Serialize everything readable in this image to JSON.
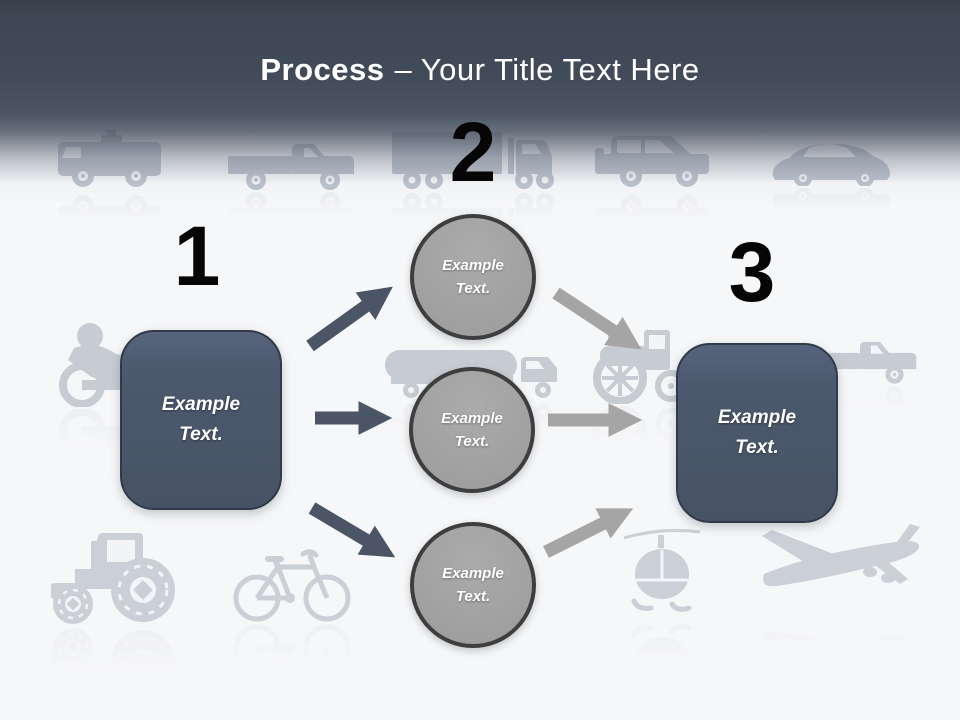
{
  "title": {
    "bold": "Process",
    "rest": "– Your Title Text Here"
  },
  "steps": {
    "one": {
      "number": "1"
    },
    "two": {
      "number": "2"
    },
    "three": {
      "number": "3"
    }
  },
  "left_box": {
    "label": "Example Text."
  },
  "right_box": {
    "label": "Example Text."
  },
  "circles": [
    {
      "label": "Example Text."
    },
    {
      "label": "Example Text."
    },
    {
      "label": "Example Text."
    }
  ],
  "colors": {
    "header_dark": "#3d4653",
    "body_background": "#f6f7f9",
    "box_fill": "#4c596e",
    "box_border": "#303a48",
    "circle_fill": "#9f9f9f",
    "circle_border": "#3e3e3e",
    "arrow_dark": "#4b5565",
    "arrow_gray": "#a5a5a5",
    "number_color": "#060606",
    "title_color": "#ffffff",
    "silhouette_gray": "#c7ccd3"
  },
  "background_vehicles": [
    "ambulance",
    "pickup-truck",
    "cargo-truck",
    "suv",
    "car",
    "motorcycle",
    "tanker-truck",
    "steam-engine",
    "pickup-truck-2",
    "tractor",
    "bicycle",
    "helicopter",
    "airplane"
  ]
}
